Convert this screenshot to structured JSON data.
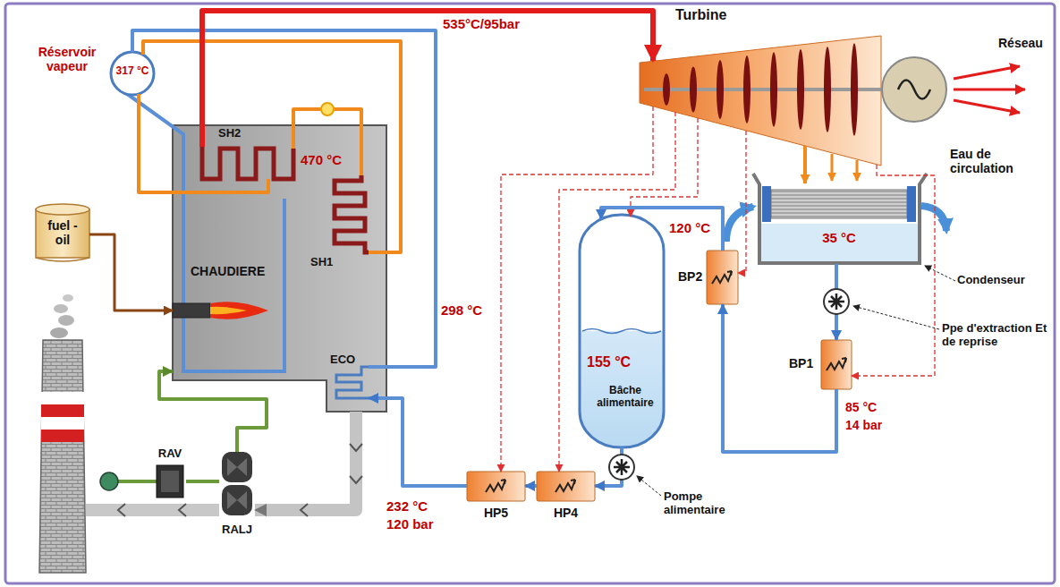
{
  "diagram": {
    "nodes": [
      {
        "text": [
          "Réservoir vapeur",
          "317 °C"
        ]
      },
      {
        "text": [
          "CHAUDIERE"
        ]
      },
      {
        "text": [
          "SH2"
        ],
        "in": 1
      },
      {
        "text": [
          "SH1"
        ],
        "in": 1
      },
      {
        "text": [
          "ECO"
        ],
        "in": 1
      },
      {
        "text": [
          "fuel -oil"
        ]
      },
      {
        "text": [
          "Turbine"
        ]
      },
      {
        "text": [
          "35 °C"
        ]
      },
      {
        "text": [
          "155 °C",
          "Bâche alimentaire"
        ]
      },
      {
        "text": [
          "BP2"
        ]
      },
      {
        "text": [
          "BP1"
        ]
      },
      {
        "text": [
          "HP4"
        ]
      },
      {
        "text": [
          "HP5"
        ]
      },
      {
        "text": [
          "RAV"
        ]
      },
      {
        "text": [
          "RALJ"
        ]
      }
    ],
    "edges": [
      {
        "from": 2,
        "to": 6,
        "arrow": "to",
        "label": "535°C/95bar"
      },
      {
        "from": 0,
        "to": 3,
        "arrow": "none"
      },
      {
        "from": 0,
        "to": 2,
        "arrow": "none"
      },
      {
        "from": 3,
        "to": 2,
        "arrow": "none"
      },
      {
        "from": 4,
        "to": 0,
        "arrow": "none",
        "label": "298 °C"
      },
      {
        "from": 12,
        "to": 4,
        "arrow": "to"
      },
      {
        "from": 11,
        "to": 12,
        "arrow": "to"
      },
      {
        "from": 8,
        "to": 11,
        "arrow": "to"
      },
      {
        "from": 7,
        "to": 10,
        "arrow": "to"
      },
      {
        "from": 10,
        "to": 9,
        "arrow": "to"
      },
      {
        "from": 9,
        "to": 8,
        "arrow": "to"
      },
      {
        "from": 6,
        "to": 7,
        "arrow": "to"
      },
      {
        "from": 6,
        "to": 12,
        "arrow": "to"
      },
      {
        "from": 6,
        "to": 11,
        "arrow": "to"
      },
      {
        "from": 6,
        "to": 8,
        "arrow": "to"
      },
      {
        "from": 6,
        "to": 9,
        "arrow": "to"
      },
      {
        "from": 6,
        "to": 10,
        "arrow": "to"
      },
      {
        "from": 5,
        "to": 1,
        "arrow": "to"
      },
      {
        "from": 13,
        "to": 14,
        "arrow": "none"
      },
      {
        "from": 14,
        "to": 1,
        "arrow": "to"
      },
      {
        "from": 1,
        "to": 14,
        "arrow": "to"
      }
    ],
    "labels": [
      "470 °C",
      "Réseau",
      "Eau de circulation",
      "Condenseur",
      "Ppe d'extraction Et de reprise",
      "120 °C",
      "85 °C",
      "14 bar",
      "Pompe alimentaire",
      "232 °C",
      "120 bar"
    ]
  }
}
